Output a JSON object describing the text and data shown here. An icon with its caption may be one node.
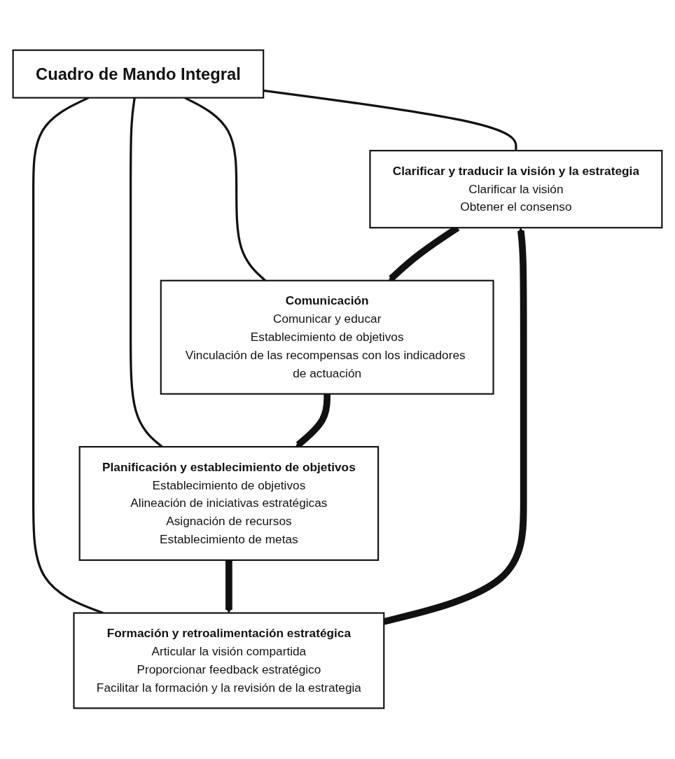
{
  "diagram": {
    "nodes": [
      {
        "text": [
          "Clarificar y traducir la visión y la estrategia",
          "Clarificar la visión",
          "Obtener el consenso"
        ]
      },
      {
        "text": [
          "Comunicación",
          "Comunicar y educar",
          "Establecimiento de objetivos",
          "Vinculación de las recompensas con los indicadores de actuación"
        ]
      },
      {
        "text": [
          "Cuadro de Mando Integral"
        ]
      },
      {
        "text": [
          "Formación y retroalimentación estratégica",
          "Articular la visión compartida",
          "Proporcionar feedback estratégico",
          "Facilitar la formación y la revisión de la estrategia"
        ]
      },
      {
        "text": [
          "Planificación y establecimiento de objetivos",
          "Establecimiento de objetivos",
          "Alineación de iniciativas estratégicas",
          "Asignación de recursos",
          "Establecimiento de metas"
        ]
      }
    ],
    "edges": [
      {
        "from": 2,
        "to": 0,
        "arrow": "none"
      },
      {
        "from": 2,
        "to": 1,
        "arrow": "none"
      },
      {
        "from": 2,
        "to": 3,
        "arrow": "none"
      },
      {
        "from": 2,
        "to": 4,
        "arrow": "none"
      },
      {
        "from": 0,
        "to": 1,
        "arrow": "to",
        "style": "thick"
      },
      {
        "from": 1,
        "to": 4,
        "arrow": "to",
        "style": "thick"
      },
      {
        "from": 4,
        "to": 3,
        "arrow": "to",
        "style": "thick"
      },
      {
        "from": 3,
        "to": 0,
        "arrow": "to",
        "style": "thick"
      }
    ]
  }
}
